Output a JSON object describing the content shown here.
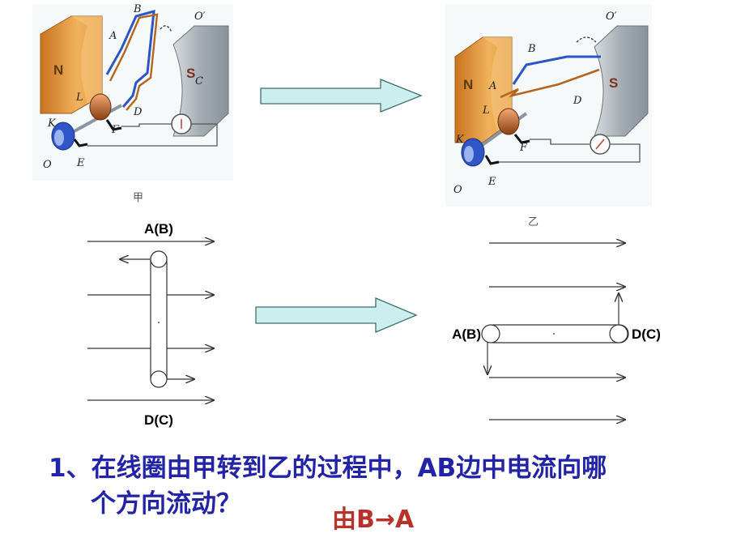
{
  "figure_jia": {
    "caption": "甲",
    "labels": {
      "B": "B",
      "O_prime": "O′",
      "A": "A",
      "N": "N",
      "S": "S",
      "C": "C",
      "L": "L",
      "D": "D",
      "K": "K",
      "F": "F",
      "O": "O",
      "E": "E"
    }
  },
  "figure_yi": {
    "caption": "乙",
    "labels": {
      "B": "B",
      "O_prime": "O′",
      "A": "A",
      "N": "N",
      "S": "S",
      "L": "L",
      "D": "D",
      "K": "K",
      "F": "F",
      "O": "O",
      "E": "E"
    }
  },
  "diagram_left": {
    "top_label": "A(B)",
    "bottom_label": "D(C)"
  },
  "diagram_right": {
    "left_label": "A(B)",
    "right_label": "D(C)"
  },
  "question": {
    "line1": "1、在线圈由甲转到乙的过程中，AB边中电流向哪",
    "line2": "个方向流动？"
  },
  "answer": "由B→A",
  "colors": {
    "arrow_fill": "#cdeeee",
    "question_text": "#2323a8",
    "answer_text": "#b8322a",
    "magnet_n": "#e8a24a",
    "magnet_s": "#a9b1b8",
    "wire_blue": "#2a56c8",
    "wire_brown": "#b5651d"
  }
}
